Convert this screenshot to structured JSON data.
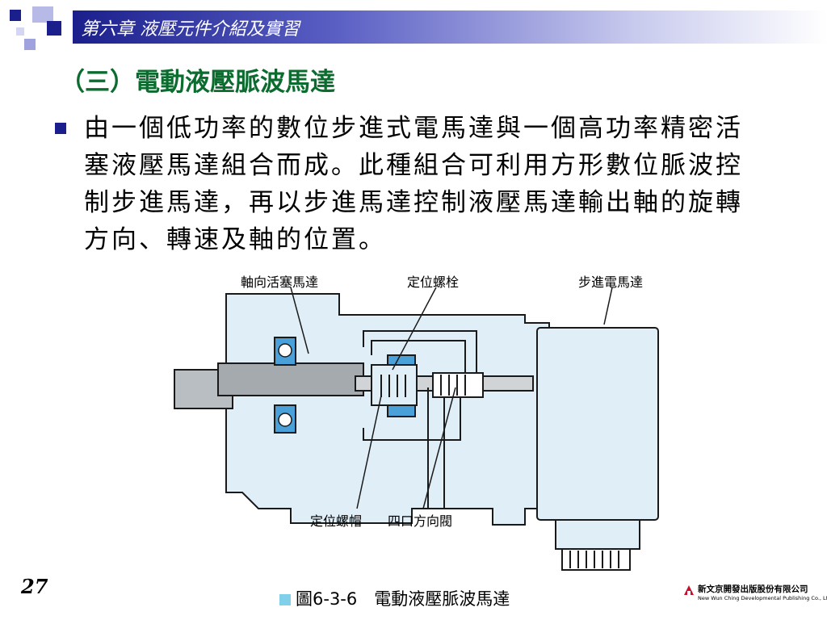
{
  "header": {
    "chapter": "第六章 液壓元件介紹及實習"
  },
  "section_title": "（三）電動液壓脈波馬達",
  "body_text": "由一個低功率的數位步進式電馬達與一個高功率精密活塞液壓馬達組合而成。此種組合可利用方形數位脈波控制步進馬達，再以步進馬達控制液壓馬達輸出軸的旋轉方向、轉速及軸的位置。",
  "figure": {
    "labels": {
      "axial_piston_motor": "軸向活塞馬達",
      "locating_bolt": "定位螺栓",
      "stepper_motor": "步進電馬達",
      "locating_nut": "定位螺帽",
      "four_port_valve": "四口方向閥"
    },
    "caption": "圖6-3-6　電動液壓脈波馬達"
  },
  "page_number": "27",
  "publisher": {
    "name": "新文京開發出版股份有限公司",
    "name_en": "New Wun Ching Developmental Publishing Co., Ltd."
  },
  "colors": {
    "header_dark": "#1a1f8c",
    "title_green": "#0c6b2e",
    "diagram_fill": "#dfeef7",
    "diagram_stroke": "#1a1a1a"
  }
}
